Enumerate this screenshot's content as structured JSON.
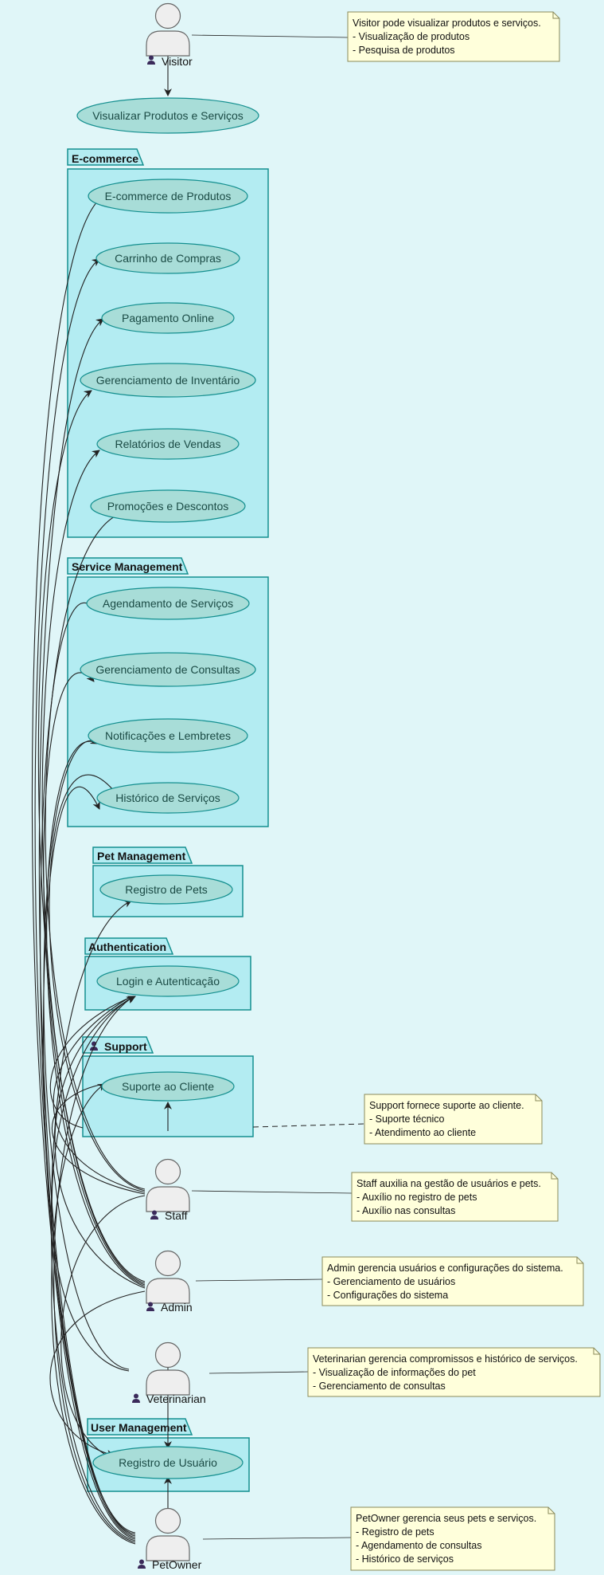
{
  "colors": {
    "background": "#e0f6f8",
    "package_fill": "#b3ecf2",
    "package_border": "#148f8f",
    "usecase_fill": "#a8ddd8",
    "usecase_border": "#148f8f",
    "actor_fill": "#eeeeee",
    "actor_border": "#666666",
    "note_fill": "#ffffdb",
    "note_border": "#8a8a5a",
    "arrow": "#222222",
    "actor_icon": "#3a2a5a"
  },
  "actors": {
    "visitor": "Visitor",
    "staff": "Staff",
    "admin": "Admin",
    "veterinarian": "Veterinarian",
    "petowner": "PetOwner"
  },
  "usecases": {
    "visualizar": "Visualizar Produtos e Serviços",
    "ecommerce_produtos": "E-commerce de Produtos",
    "carrinho": "Carrinho de Compras",
    "pagamento": "Pagamento Online",
    "inventario": "Gerenciamento de Inventário",
    "relatorios": "Relatórios de Vendas",
    "promocoes": "Promoções e Descontos",
    "agendamento": "Agendamento de Serviços",
    "consultas": "Gerenciamento de Consultas",
    "notificacoes": "Notificações e Lembretes",
    "historico": "Histórico de Serviços",
    "registro_pets": "Registro de Pets",
    "login": "Login e Autenticação",
    "suporte": "Suporte ao Cliente",
    "registro_usuario": "Registro de Usuário"
  },
  "packages": {
    "ecommerce": "E-commerce",
    "service": "Service Management",
    "pet": "Pet Management",
    "auth": "Authentication",
    "support": "Support",
    "user": "User Management"
  },
  "notes": {
    "visitor": [
      "Visitor pode visualizar produtos e serviços.",
      "- Visualização de produtos",
      "- Pesquisa de produtos"
    ],
    "support": [
      "Support fornece suporte ao cliente.",
      "- Suporte técnico",
      "- Atendimento ao cliente"
    ],
    "staff": [
      "Staff auxilia na gestão de usuários e pets.",
      "- Auxílio no registro de pets",
      "- Auxílio nas consultas"
    ],
    "admin": [
      "Admin gerencia usuários e configurações do sistema.",
      "- Gerenciamento de usuários",
      "- Configurações do sistema"
    ],
    "veterinarian": [
      "Veterinarian gerencia compromissos e histórico de serviços.",
      "- Visualização de informações do pet",
      "- Gerenciamento de consultas"
    ],
    "petowner": [
      "PetOwner gerencia seus pets e serviços.",
      "- Registro de pets",
      "- Agendamento de consultas",
      "- Histórico de serviços"
    ]
  }
}
